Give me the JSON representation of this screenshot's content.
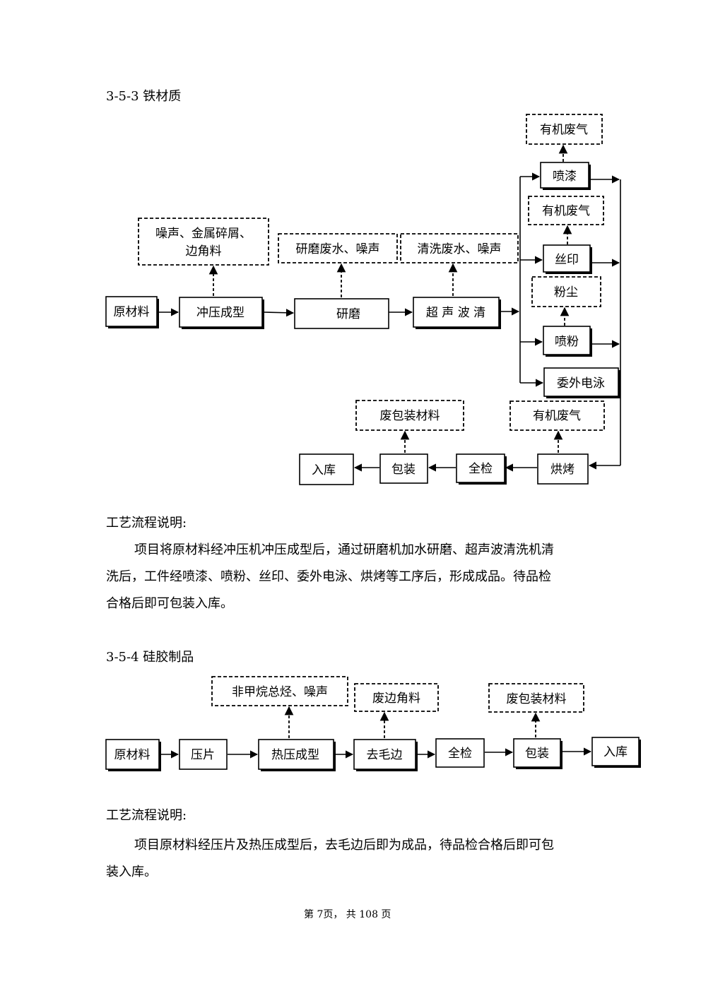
{
  "section1": {
    "heading": "3-5-3  铁材质",
    "diagram": {
      "raw": "原材料",
      "stamp": "冲压成型",
      "grind": "研磨",
      "ultra": "超 声 波 清",
      "spray_paint": "喷漆",
      "silk": "丝印",
      "spray_powder": "喷粉",
      "outsource": "委外电泳",
      "bake": "烘烤",
      "inspect": "全检",
      "pack": "包装",
      "store": "入库",
      "noise_stamp_1": "噪声、金属碎屑、",
      "noise_stamp_2": "边角料",
      "grind_waste": "研磨废水、噪声",
      "clean_waste": "清洗废水、噪声",
      "organic_gas_1": "有机废气",
      "organic_gas_2": "有机废气",
      "organic_gas_3": "有机废气",
      "dust": "粉尘",
      "waste_pack": "废包装材料"
    },
    "desc_title": "工艺流程说明:",
    "desc_lines": [
      "项目将原材料经冲压机冲压成型后，通过研磨机加水研磨、超声波清洗机清",
      "洗后，工件经喷漆、喷粉、丝印、委外电泳、烘烤等工序后，形成成品。待品检",
      "合格后即可包装入库。"
    ]
  },
  "section2": {
    "heading": "3-5-4  硅胶制品",
    "diagram": {
      "raw": "原材料",
      "press": "压片",
      "hot_press": "热压成型",
      "deburr": "去毛边",
      "inspect": "全检",
      "pack": "包装",
      "store": "入库",
      "voc": "非甲烷总烃、噪声",
      "scrap": "废边角料",
      "waste_pack": "废包装材料"
    },
    "desc_title": "工艺流程说明:",
    "desc_lines": [
      "项目原材料经压片及热压成型后，去毛边后即为成品，待品检合格后即可包",
      "装入库。"
    ]
  },
  "footer": "第 7页， 共  108  页"
}
